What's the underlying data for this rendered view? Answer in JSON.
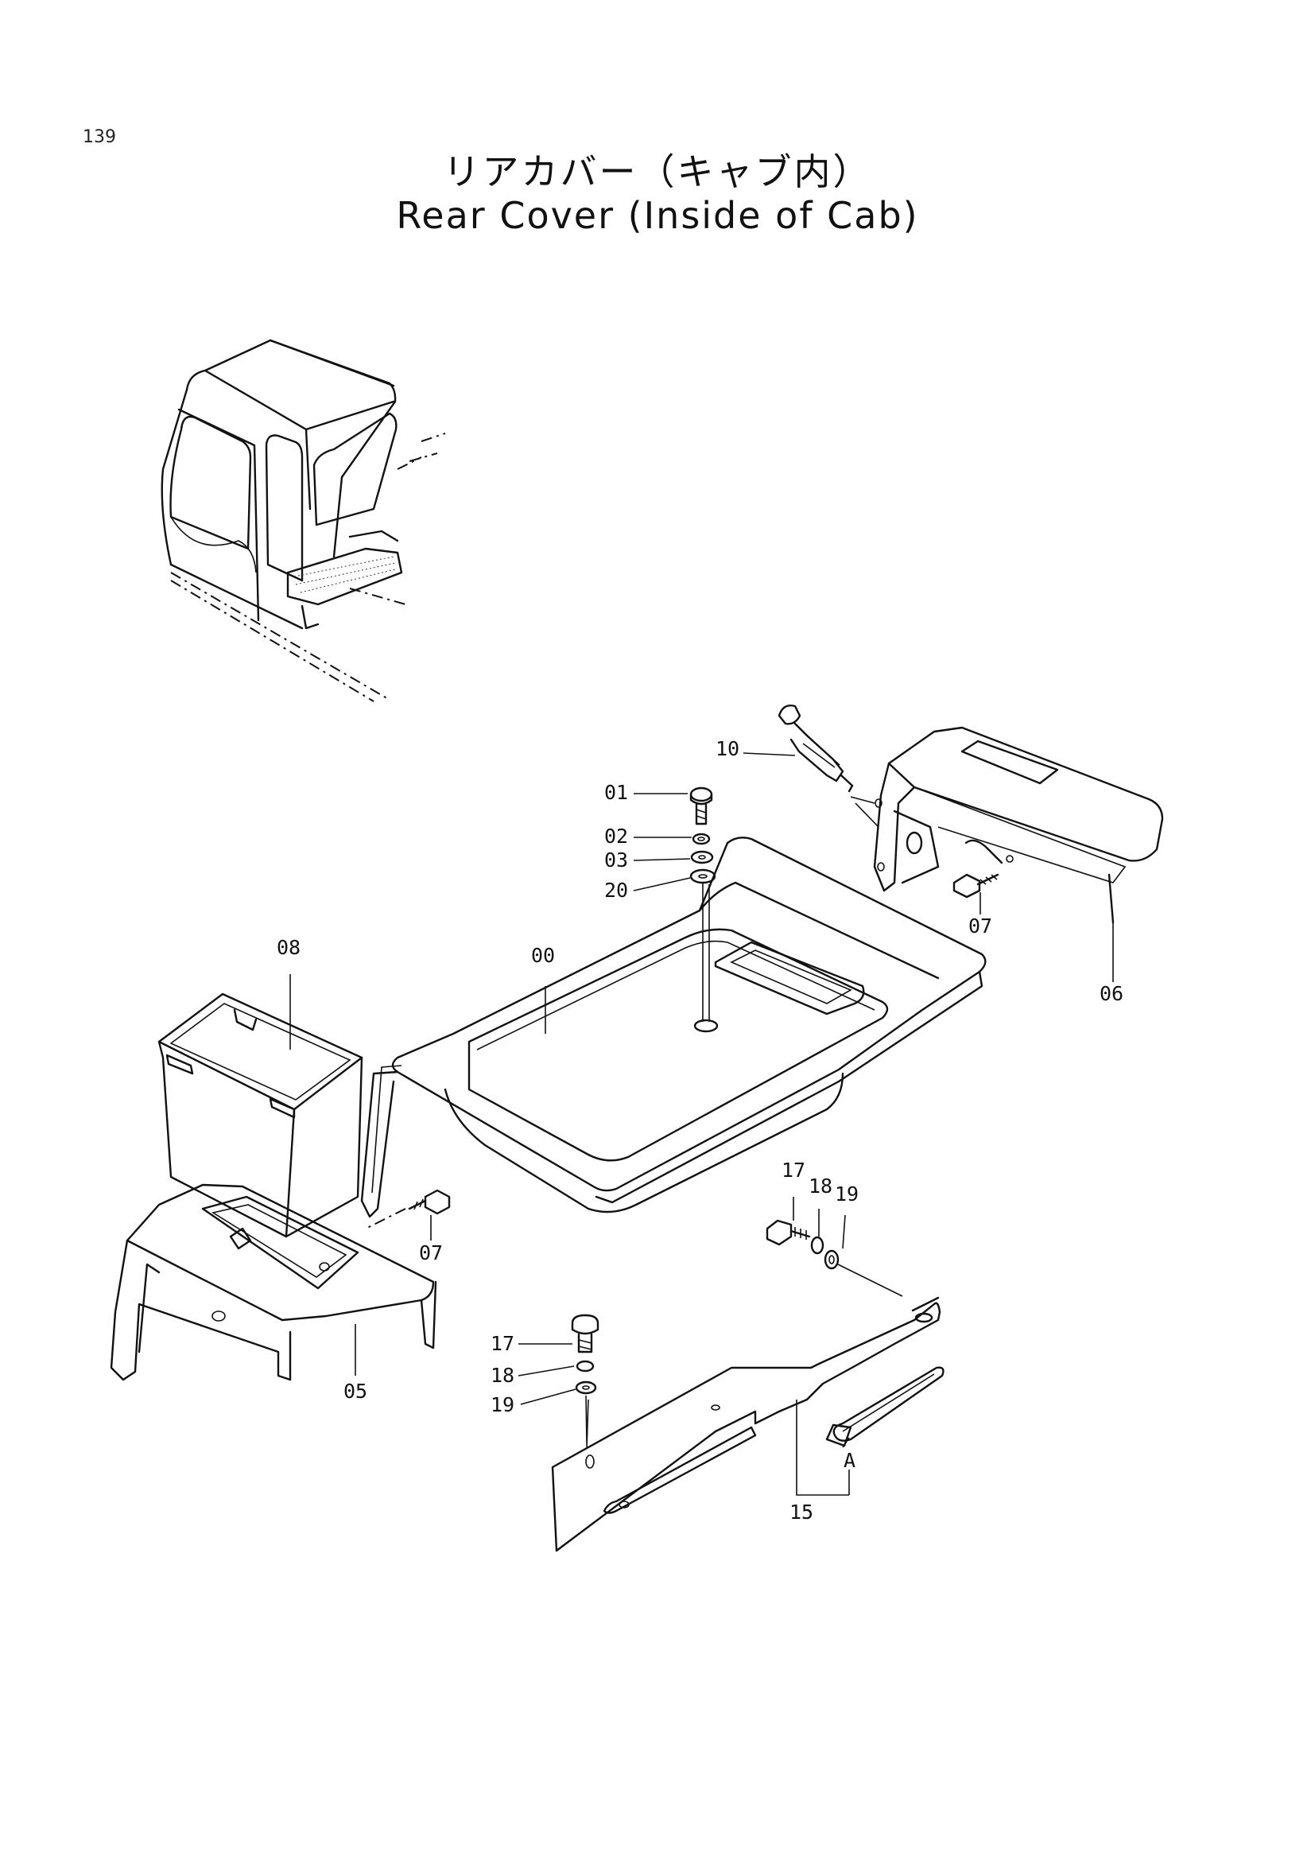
{
  "page_number": "139",
  "title_ja": "リアカバー（キャブ内）",
  "title_en": "Rear Cover (Inside of Cab)",
  "callouts": {
    "c00": "00",
    "c01": "01",
    "c02": "02",
    "c03": "03",
    "c20": "20",
    "c05": "05",
    "c06": "06",
    "c07a": "07",
    "c07b": "07",
    "c08": "08",
    "c10": "10",
    "c15": "15",
    "c17a": "17",
    "c18a": "18",
    "c19a": "19",
    "c17b": "17",
    "c18b": "18",
    "c19b": "19",
    "cA": "A"
  }
}
